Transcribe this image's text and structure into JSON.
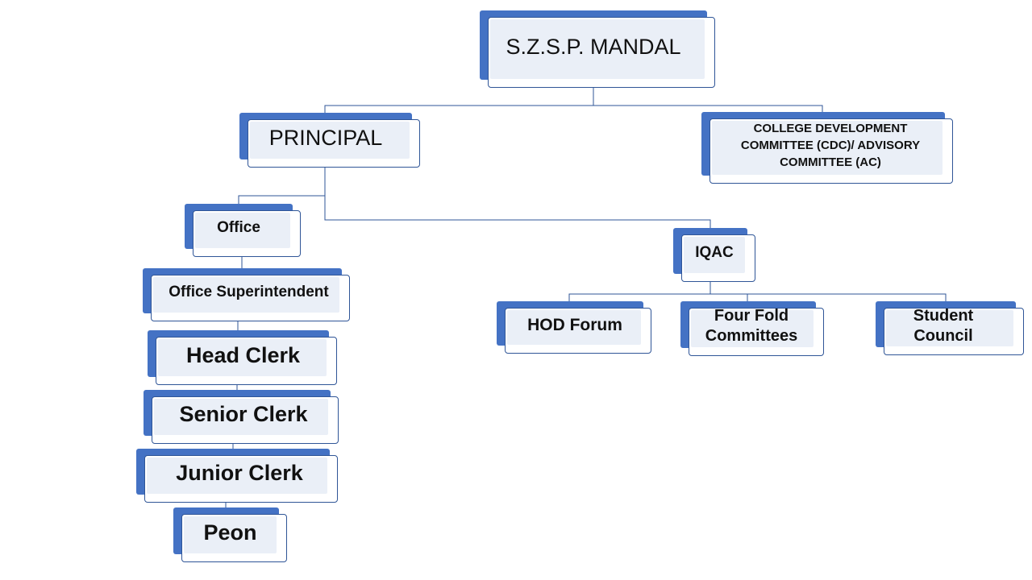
{
  "chart": {
    "nodes": [
      {
        "id": "mandal",
        "label": "S.Z.S.P. MANDAL"
      },
      {
        "id": "principal",
        "label": "PRINCIPAL"
      },
      {
        "id": "cdc",
        "label": "COLLEGE DEVELOPMENT COMMITTEE (CDC)/ ADVISORY COMMITTEE (AC)"
      },
      {
        "id": "office",
        "label": "Office"
      },
      {
        "id": "office_superintendent",
        "label": "Office Superintendent"
      },
      {
        "id": "head_clerk",
        "label": "Head Clerk"
      },
      {
        "id": "senior_clerk",
        "label": "Senior Clerk"
      },
      {
        "id": "junior_clerk",
        "label": "Junior Clerk"
      },
      {
        "id": "peon",
        "label": "Peon"
      },
      {
        "id": "iqac",
        "label": "IQAC"
      },
      {
        "id": "hod_forum",
        "label": "HOD Forum"
      },
      {
        "id": "four_fold",
        "label": "Four Fold Committees"
      },
      {
        "id": "student_council",
        "label": "Student Council"
      }
    ],
    "edges": [
      [
        "mandal",
        "principal"
      ],
      [
        "mandal",
        "cdc"
      ],
      [
        "principal",
        "office"
      ],
      [
        "principal",
        "iqac"
      ],
      [
        "office",
        "office_superintendent"
      ],
      [
        "office_superintendent",
        "head_clerk"
      ],
      [
        "head_clerk",
        "senior_clerk"
      ],
      [
        "senior_clerk",
        "junior_clerk"
      ],
      [
        "junior_clerk",
        "peon"
      ],
      [
        "iqac",
        "hod_forum"
      ],
      [
        "iqac",
        "four_fold"
      ],
      [
        "iqac",
        "student_council"
      ]
    ],
    "colors": {
      "accent": "#4472c4",
      "card_border": "#2f5597",
      "card_fill": "#eaeff7",
      "connector": "#2f5597"
    }
  }
}
